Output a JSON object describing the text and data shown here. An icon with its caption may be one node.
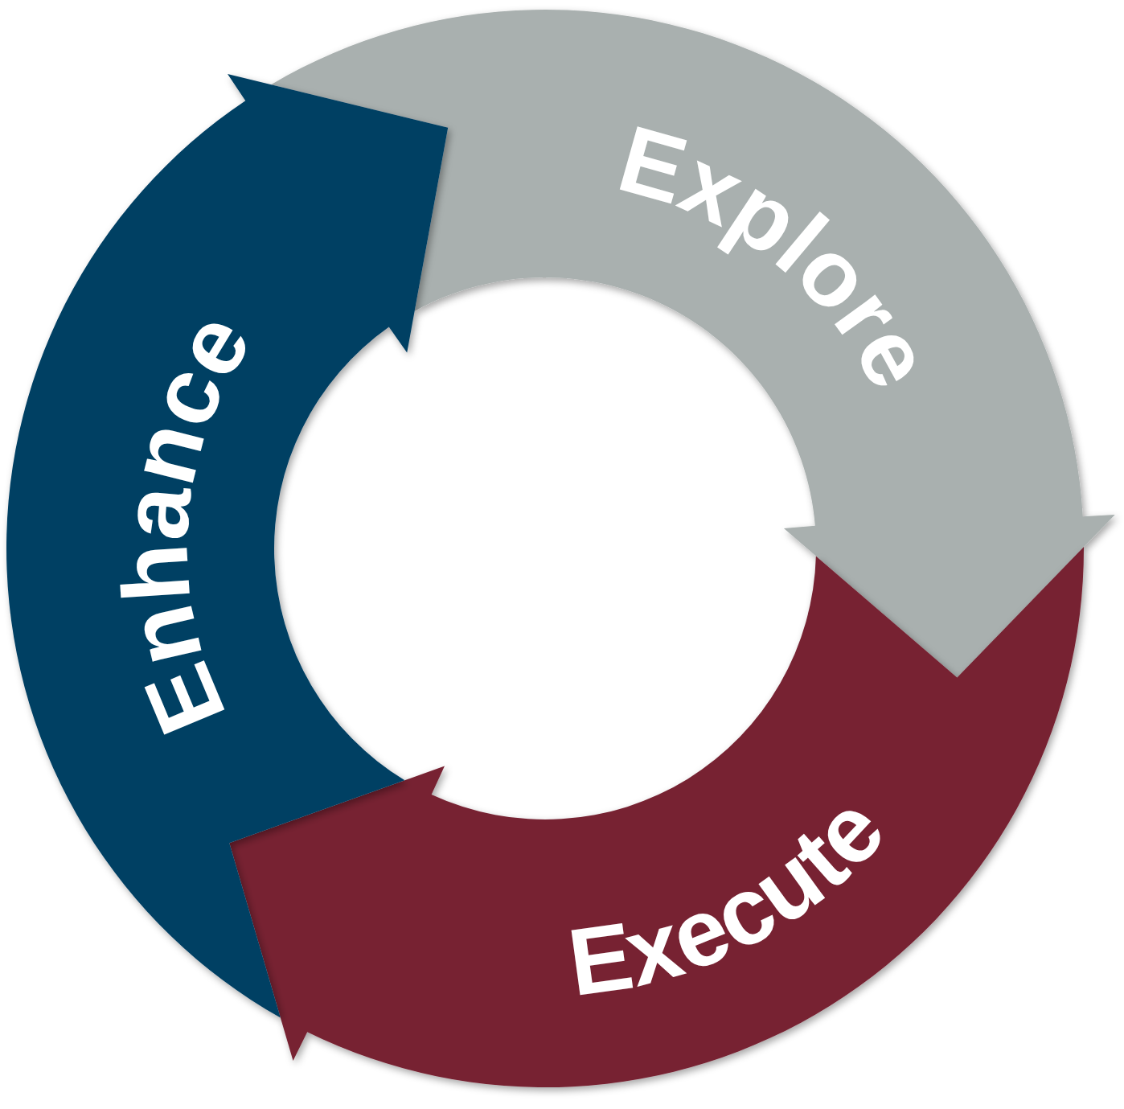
{
  "diagram": {
    "nodes": [
      {
        "text": [
          "Explore"
        ]
      },
      {
        "text": [
          "Execute"
        ]
      },
      {
        "text": [
          "Enhance"
        ]
      }
    ]
  }
}
